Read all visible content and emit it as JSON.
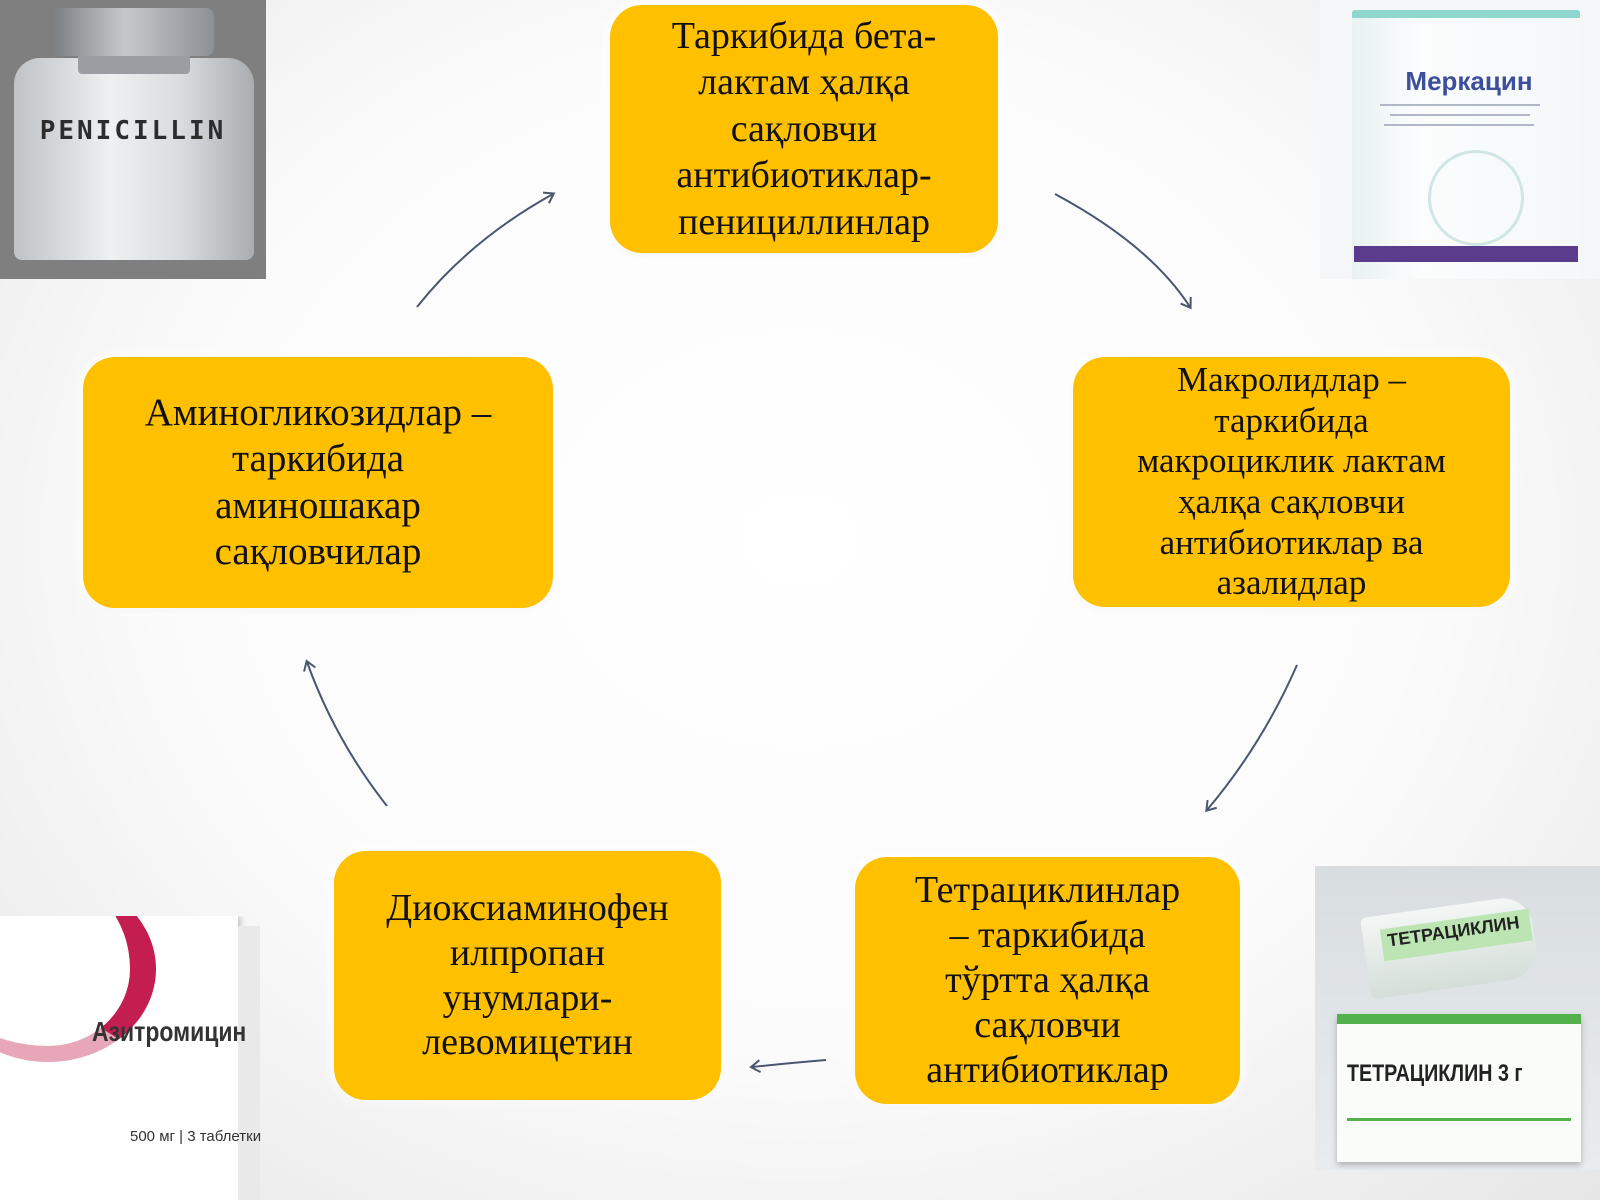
{
  "diagram": {
    "box_top": "Таркибида бета-\nлактам ҳалқа\nсақловчи\nантибиотиклар-\nпенициллинлар",
    "box_right": "Макролидлар –\nтаркибида\nмакроциклик лактам\nҳалқа сақловчи\nантибиотиклар ва\nазалидлар",
    "box_bottom_right": "Тетрациклинлар\n– таркибида\nтўртта ҳалқа\nсақловчи\nантибиотиклар",
    "box_bottom_left": "Диоксиаминофен\nилпропан\nунумлари-\nлевомицетин",
    "box_left": "Аминогликозидлар –\nтаркибида\nаминошакар\nсақловчилар"
  },
  "images": {
    "penicillin_label": "PENICILLIN",
    "merkacin_title": "Меркацин",
    "azitromicin_title": "Азитромицин",
    "azitromicin_dose": "500 мг | 3 таблетки",
    "tetraciklin_tube": "ТЕТРАЦИКЛИН",
    "tetraciklin_box": "ТЕТРАЦИКЛИН 3 г"
  },
  "colors": {
    "box_fill": "#ffc000",
    "arrow": "#4a5670"
  }
}
